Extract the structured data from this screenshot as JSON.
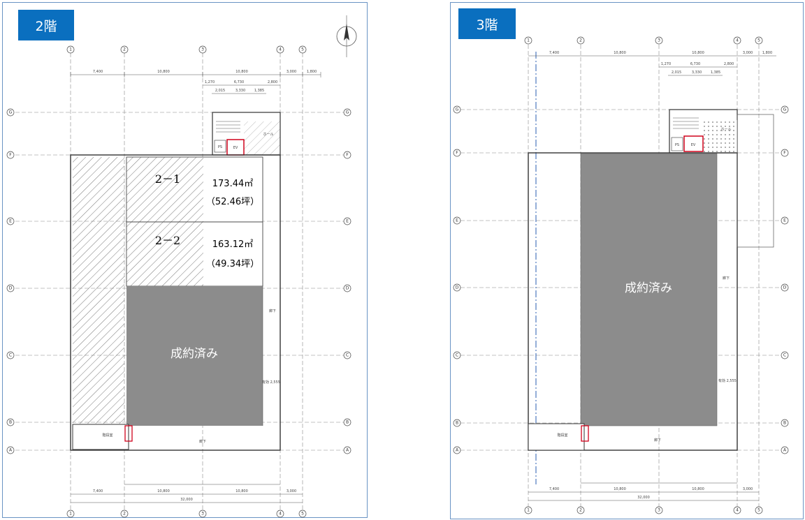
{
  "floor2": {
    "badge": "2階",
    "sold_label": "成約済み",
    "units": [
      {
        "name": "2－1",
        "area_m2": "173.44㎡",
        "area_tsubo": "（52.46坪）"
      },
      {
        "name": "2－2",
        "area_m2": "163.12㎡",
        "area_tsubo": "（49.34坪）"
      }
    ],
    "small_labels": {
      "corridor": "廊下",
      "corridor_south": "廊下",
      "stair": "階段室",
      "ps": "PS",
      "ev": "EV",
      "hall": "ホール",
      "width": "有効\n2,555"
    },
    "dims": {
      "top": [
        "7,400",
        "10,800",
        "10,800",
        "3,000",
        "1,800"
      ],
      "bottom_total": "32,000",
      "bottom": [
        "7,400",
        "10,800",
        "10,800",
        "3,000"
      ],
      "core": [
        "1,270",
        "6,730",
        "2,800"
      ],
      "core2": [
        "2,015",
        "3,330",
        "1,385"
      ]
    }
  },
  "floor3": {
    "badge": "3階",
    "sold_label": "成約済み",
    "small_labels": {
      "corridor": "廊下",
      "corridor_south": "廊下",
      "stair": "階段室",
      "ps": "PS",
      "ev": "EV",
      "hall": "ホール",
      "width": "有効\n2,555"
    },
    "dims": {
      "top": [
        "7,400",
        "10,800",
        "10,800",
        "3,000",
        "1,800"
      ],
      "bottom_total": "32,000",
      "bottom": [
        "7,400",
        "10,800",
        "10,800",
        "3,000"
      ],
      "core": [
        "1,270",
        "6,730",
        "2,800"
      ],
      "core2": [
        "2,015",
        "3,330",
        "1,385"
      ]
    }
  },
  "grid": {
    "cols": [
      "1",
      "2",
      "3",
      "4",
      "5"
    ],
    "rows": [
      "G",
      "F",
      "E",
      "D",
      "C",
      "B",
      "A"
    ]
  },
  "colors": {
    "badge": "#0a6fbf",
    "sold": "#8c8c8c",
    "red_outline": "#d0021b",
    "panel_border": "#6a94c4"
  }
}
